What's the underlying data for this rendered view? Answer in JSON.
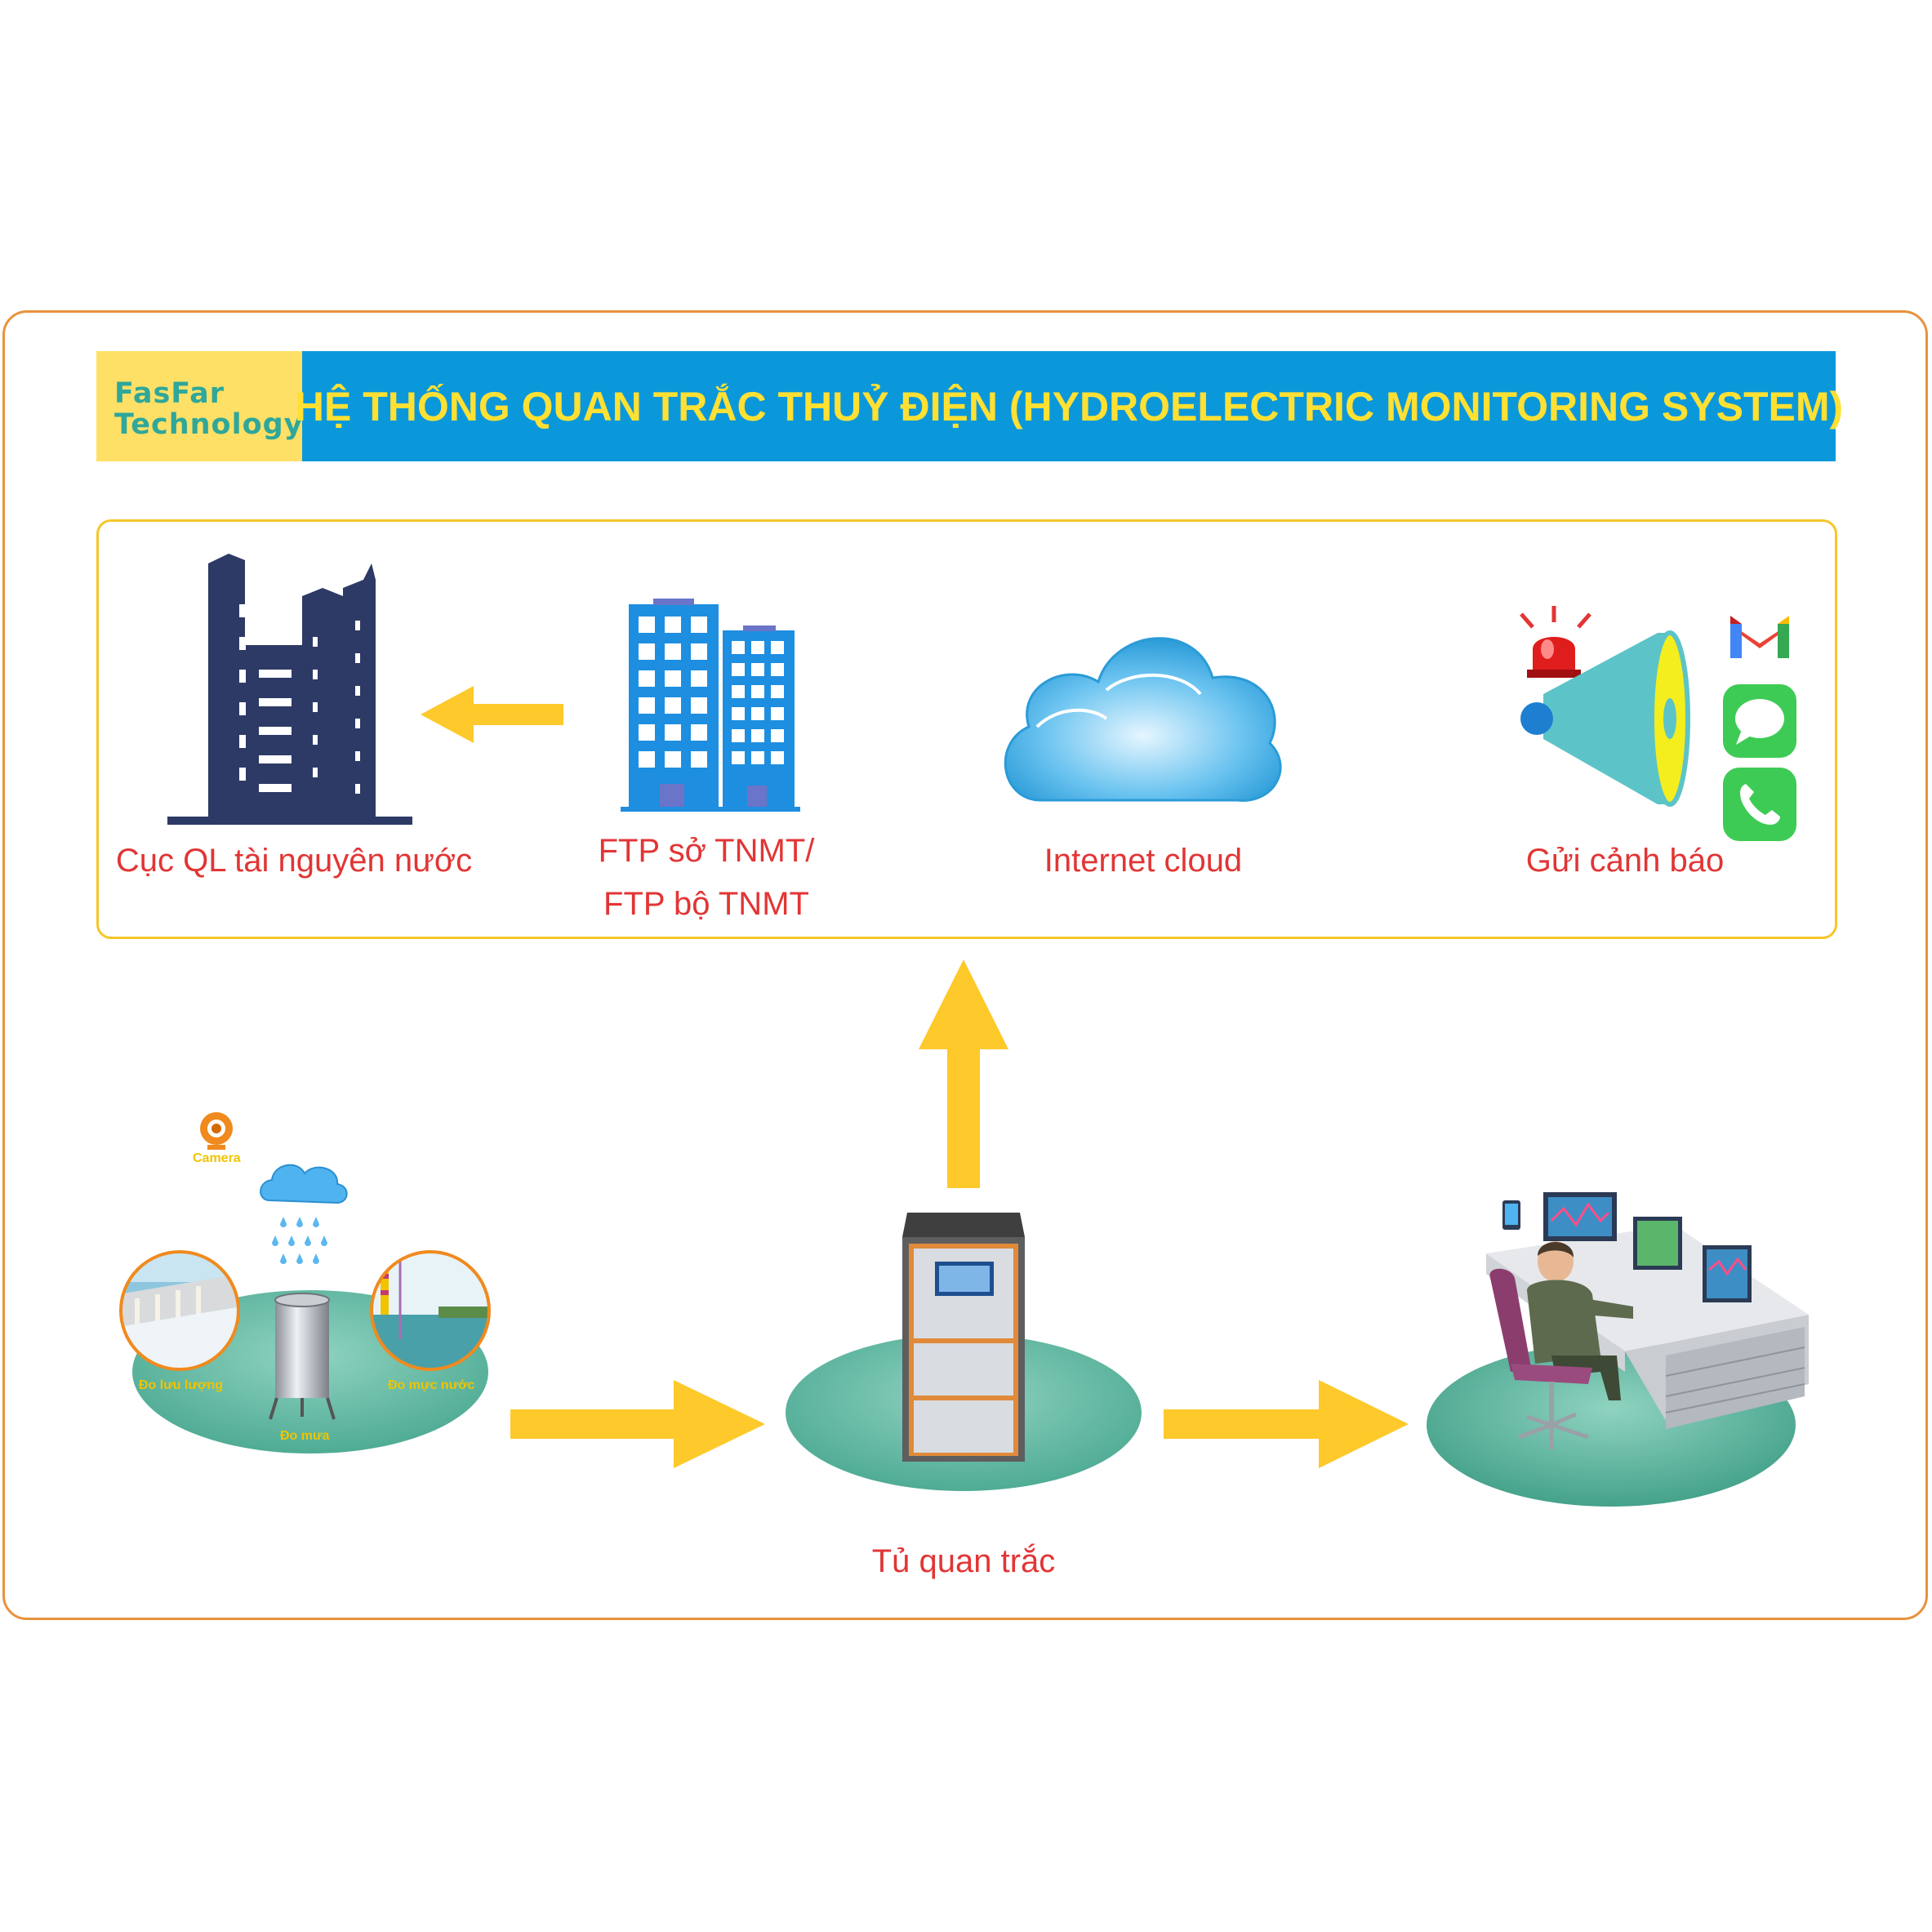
{
  "header": {
    "logo_line1": "FasFar",
    "logo_line2": "Technology",
    "title": "HỆ THỐNG QUAN TRẮC THUỶ ĐIỆN (HYDROELECTRIC MONITORING SYSTEM)"
  },
  "top_nodes": {
    "water_authority": "Cục QL tài nguyên nước",
    "ftp_line1": "FTP sở TNMT/",
    "ftp_line2": "FTP bộ TNMT",
    "cloud": "Internet cloud",
    "alert": "Gửi cảnh báo"
  },
  "field_station": {
    "camera": "Camera",
    "flow": "Đo lưu lượng",
    "water_level": "Đo mực nước",
    "rain": "Đo mưa"
  },
  "cabinet_label": "Tủ quan trắc",
  "colors": {
    "frame": "#e8923c",
    "panel_border": "#f6c629",
    "title_bar": "#0b98db",
    "title_text": "#ffe033",
    "logo_bg": "#ffe066",
    "logo_text": "#2fa79a",
    "label_red": "#e23535",
    "arrow": "#fdc92b",
    "platform": "#6fbfaa",
    "building_dark": "#2d3a66",
    "building_blue": "#1e8ee0"
  }
}
